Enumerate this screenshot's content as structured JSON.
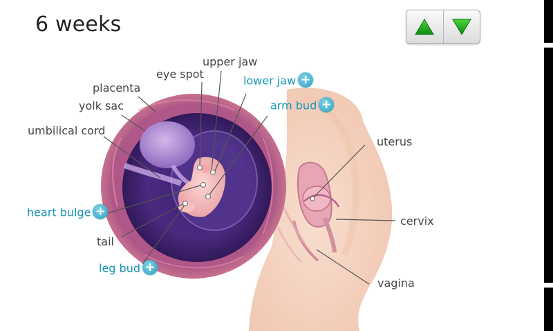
{
  "header": {
    "title": "6 weeks",
    "prev_label": "previous stage",
    "next_label": "next stage"
  },
  "labels": {
    "eye_spot": "eye spot",
    "upper_jaw": "upper jaw",
    "lower_jaw": "lower jaw",
    "placenta": "placenta",
    "yolk_sac": "yolk sac",
    "arm_bud": "arm bud",
    "umbilical_cord": "umbilical cord",
    "uterus": "uterus",
    "heart_bulge": "heart bulge",
    "cervix": "cervix",
    "tail": "tail",
    "leg_bud": "leg bud",
    "vagina": "vagina"
  },
  "colors": {
    "link_label": "#1594b7",
    "static_label": "#444444",
    "arrow_green": "#2aa21e"
  },
  "icons": {
    "up": "up-arrow-icon",
    "down": "down-arrow-icon",
    "expand": "plus-circle-icon"
  }
}
